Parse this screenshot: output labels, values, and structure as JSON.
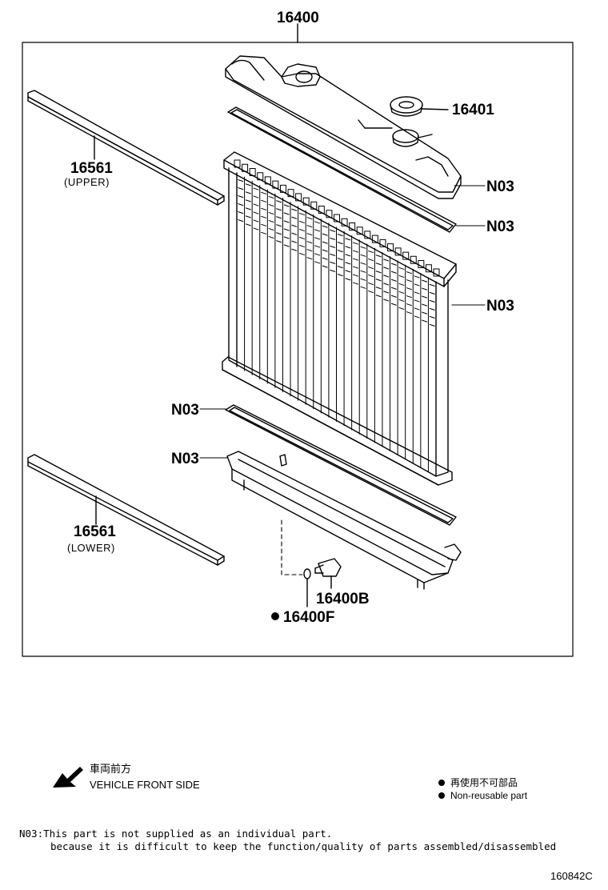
{
  "callouts": {
    "assembly": "16400",
    "cap": "16401",
    "n03": [
      "N03",
      "N03",
      "N03",
      "N03",
      "N03"
    ],
    "upper_seal": {
      "number": "16561",
      "position": "(UPPER)"
    },
    "lower_seal": {
      "number": "16561",
      "position": "(LOWER)"
    },
    "drain_cock": "16400B",
    "drain_oring": "16400F"
  },
  "legend": {
    "front_japanese": "車両前方",
    "front_english": "VEHICLE FRONT SIDE",
    "nonreusable_japanese": "再使用不可部品",
    "nonreusable_english": "Non-reusable part"
  },
  "note": {
    "line1": "N03:This part is not supplied as an individual part.",
    "line2": "because it is difficult to keep the function/quality of parts assembled/disassembled"
  },
  "diagram_code": "160842C"
}
